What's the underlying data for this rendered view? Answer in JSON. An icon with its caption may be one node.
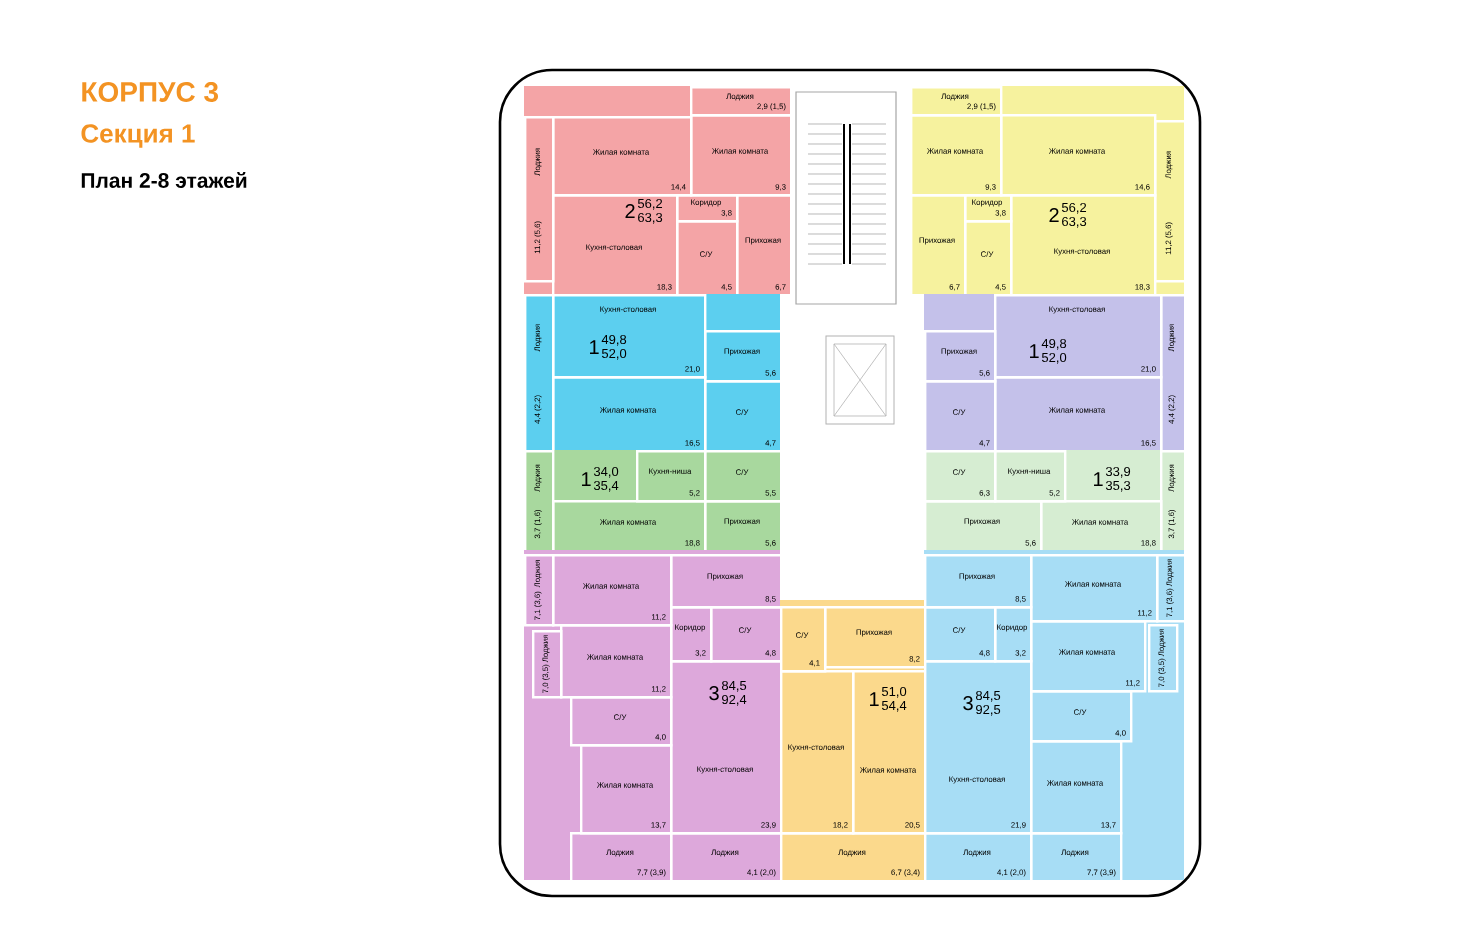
{
  "diagram": {
    "title": "КОРПУС 3",
    "labels": [
      "Секция 1",
      "План 2-8 этажей",
      "2",
      "56,2",
      "63,3",
      "2",
      "56,2",
      "63,3",
      "1",
      "49,8",
      "52,0",
      "1",
      "49,8",
      "52,0",
      "1",
      "34,0",
      "35,4",
      "1",
      "33,9",
      "35,3",
      "3",
      "84,5",
      "92,4",
      "1",
      "51,0",
      "54,4",
      "3",
      "84,5",
      "92,5"
    ],
    "nodes": [
      {
        "text": [],
        "shape": "box"
      },
      {
        "text": [
          "Лоджия",
          "11,2 (5,6)"
        ],
        "in": 0
      },
      {
        "text": [
          "Лоджия",
          "2,9 (1,5)"
        ],
        "in": 0
      },
      {
        "text": [
          "Жилая комната",
          "14,4"
        ],
        "in": 0
      },
      {
        "text": [
          "Жилая комната",
          "9,3"
        ],
        "in": 0
      },
      {
        "text": [
          "Кухня-столовая",
          "18,3"
        ],
        "in": 0
      },
      {
        "text": [
          "Коридор",
          "3,8"
        ],
        "in": 0
      },
      {
        "text": [
          "С/У",
          "4,5"
        ],
        "in": 0
      },
      {
        "text": [
          "Прихожая",
          "6,7"
        ],
        "in": 0
      },
      {
        "text": [],
        "shape": "box"
      },
      {
        "text": [
          "Лоджия",
          "2,9 (1,5)"
        ],
        "in": 9
      },
      {
        "text": [
          "Жилая комната",
          "9,3"
        ],
        "in": 9
      },
      {
        "text": [
          "Жилая комната",
          "14,6"
        ],
        "in": 9
      },
      {
        "text": [
          "Лоджия",
          "11,2 (5,6)"
        ],
        "in": 9
      },
      {
        "text": [
          "Коридор",
          "3,8"
        ],
        "in": 9
      },
      {
        "text": [
          "Прихожая",
          "6,7"
        ],
        "in": 9
      },
      {
        "text": [
          "С/У",
          "4,5"
        ],
        "in": 9
      },
      {
        "text": [
          "Кухня-столовая",
          "18,3"
        ],
        "in": 9
      },
      {
        "text": [],
        "shape": "box"
      },
      {
        "text": [
          "Лоджия",
          "4,4 (2,2)"
        ],
        "in": 18
      },
      {
        "text": [
          "Кухня-столовая",
          "21,0"
        ],
        "in": 18
      },
      {
        "text": [
          "Прихожая",
          "5,6"
        ],
        "in": 18
      },
      {
        "text": [
          "Жилая комната",
          "16,5"
        ],
        "in": 18
      },
      {
        "text": [
          "С/У",
          "4,7"
        ],
        "in": 18
      },
      {
        "text": [],
        "shape": "box"
      },
      {
        "text": [
          "Прихожая",
          "5,6"
        ],
        "in": 24
      },
      {
        "text": [
          "Кухня-столовая",
          "21,0"
        ],
        "in": 24
      },
      {
        "text": [
          "С/У",
          "4,7"
        ],
        "in": 24
      },
      {
        "text": [
          "Жилая комната",
          "16,5"
        ],
        "in": 24
      },
      {
        "text": [
          "Лоджия",
          "4,4 (2,2)"
        ],
        "in": 24
      },
      {
        "text": [],
        "shape": "box"
      },
      {
        "text": [
          "Лоджия",
          "3,7 (1,6)"
        ],
        "in": 30
      },
      {
        "text": [
          "Кухня-ниша",
          "5,2"
        ],
        "in": 30
      },
      {
        "text": [
          "С/У",
          "5,5"
        ],
        "in": 30
      },
      {
        "text": [
          "Жилая комната",
          "18,8"
        ],
        "in": 30
      },
      {
        "text": [
          "Прихожая",
          "5,6"
        ],
        "in": 30
      },
      {
        "text": [],
        "shape": "box"
      },
      {
        "text": [
          "С/У",
          "6,3"
        ],
        "in": 36
      },
      {
        "text": [
          "Кухня-ниша",
          "5,2"
        ],
        "in": 36
      },
      {
        "text": [
          "Прихожая",
          "5,6"
        ],
        "in": 36
      },
      {
        "text": [
          "Жилая комната",
          "18,8"
        ],
        "in": 36
      },
      {
        "text": [
          "Лоджия",
          "3,7 (1,6)"
        ],
        "in": 36
      },
      {
        "text": [],
        "shape": "box"
      },
      {
        "text": [
          "Лоджия",
          "7,1 (3,6)"
        ],
        "in": 42
      },
      {
        "text": [
          "Жилая комната",
          "11,2"
        ],
        "in": 42
      },
      {
        "text": [
          "Прихожая",
          "8,5"
        ],
        "in": 42
      },
      {
        "text": [
          "Лоджия",
          "7,0 (3,5)"
        ],
        "in": 42
      },
      {
        "text": [
          "Жилая комната",
          "11,2"
        ],
        "in": 42
      },
      {
        "text": [
          "Коридор",
          "3,2"
        ],
        "in": 42
      },
      {
        "text": [
          "С/У",
          "4,8"
        ],
        "in": 42
      },
      {
        "text": [
          "С/У",
          "4,0"
        ],
        "in": 42
      },
      {
        "text": [
          "Жилая комната",
          "13,7"
        ],
        "in": 42
      },
      {
        "text": [
          "Кухня-столовая",
          "23,9"
        ],
        "in": 42
      },
      {
        "text": [
          "Лоджия",
          "7,7 (3,9)"
        ],
        "in": 42
      },
      {
        "text": [
          "Лоджия",
          "4,1 (2,0)"
        ],
        "in": 42
      },
      {
        "text": [],
        "shape": "box"
      },
      {
        "text": [
          "С/У",
          "4,1"
        ],
        "in": 55
      },
      {
        "text": [
          "Прихожая",
          "8,2"
        ],
        "in": 55
      },
      {
        "text": [
          "Кухня-столовая",
          "18,2"
        ],
        "in": 55
      },
      {
        "text": [
          "Жилая комната",
          "20,5"
        ],
        "in": 55
      },
      {
        "text": [
          "Лоджия",
          "6,7 (3,4)"
        ],
        "in": 55
      },
      {
        "text": [],
        "shape": "box"
      },
      {
        "text": [
          "Прихожая",
          "8,5"
        ],
        "in": 61
      },
      {
        "text": [
          "Жилая комната",
          "11,2"
        ],
        "in": 61
      },
      {
        "text": [
          "Лоджия",
          "7,1 (3,6)"
        ],
        "in": 61
      },
      {
        "text": [
          "С/У",
          "4,8"
        ],
        "in": 61
      },
      {
        "text": [
          "Коридор",
          "3,2"
        ],
        "in": 61
      },
      {
        "text": [
          "Жилая комната",
          "11,2"
        ],
        "in": 61
      },
      {
        "text": [
          "Лоджия",
          "7,0 (3,5)"
        ],
        "in": 61
      },
      {
        "text": [
          "Кухня-столовая",
          "21,9"
        ],
        "in": 61
      },
      {
        "text": [
          "С/У",
          "4,0"
        ],
        "in": 61
      },
      {
        "text": [
          "Жилая комната",
          "13,7"
        ],
        "in": 61
      },
      {
        "text": [
          "Лоджия",
          "4,1 (2,0)"
        ],
        "in": 61
      },
      {
        "text": [
          "Лоджия",
          "7,7 (3,9)"
        ],
        "in": 61
      }
    ]
  }
}
